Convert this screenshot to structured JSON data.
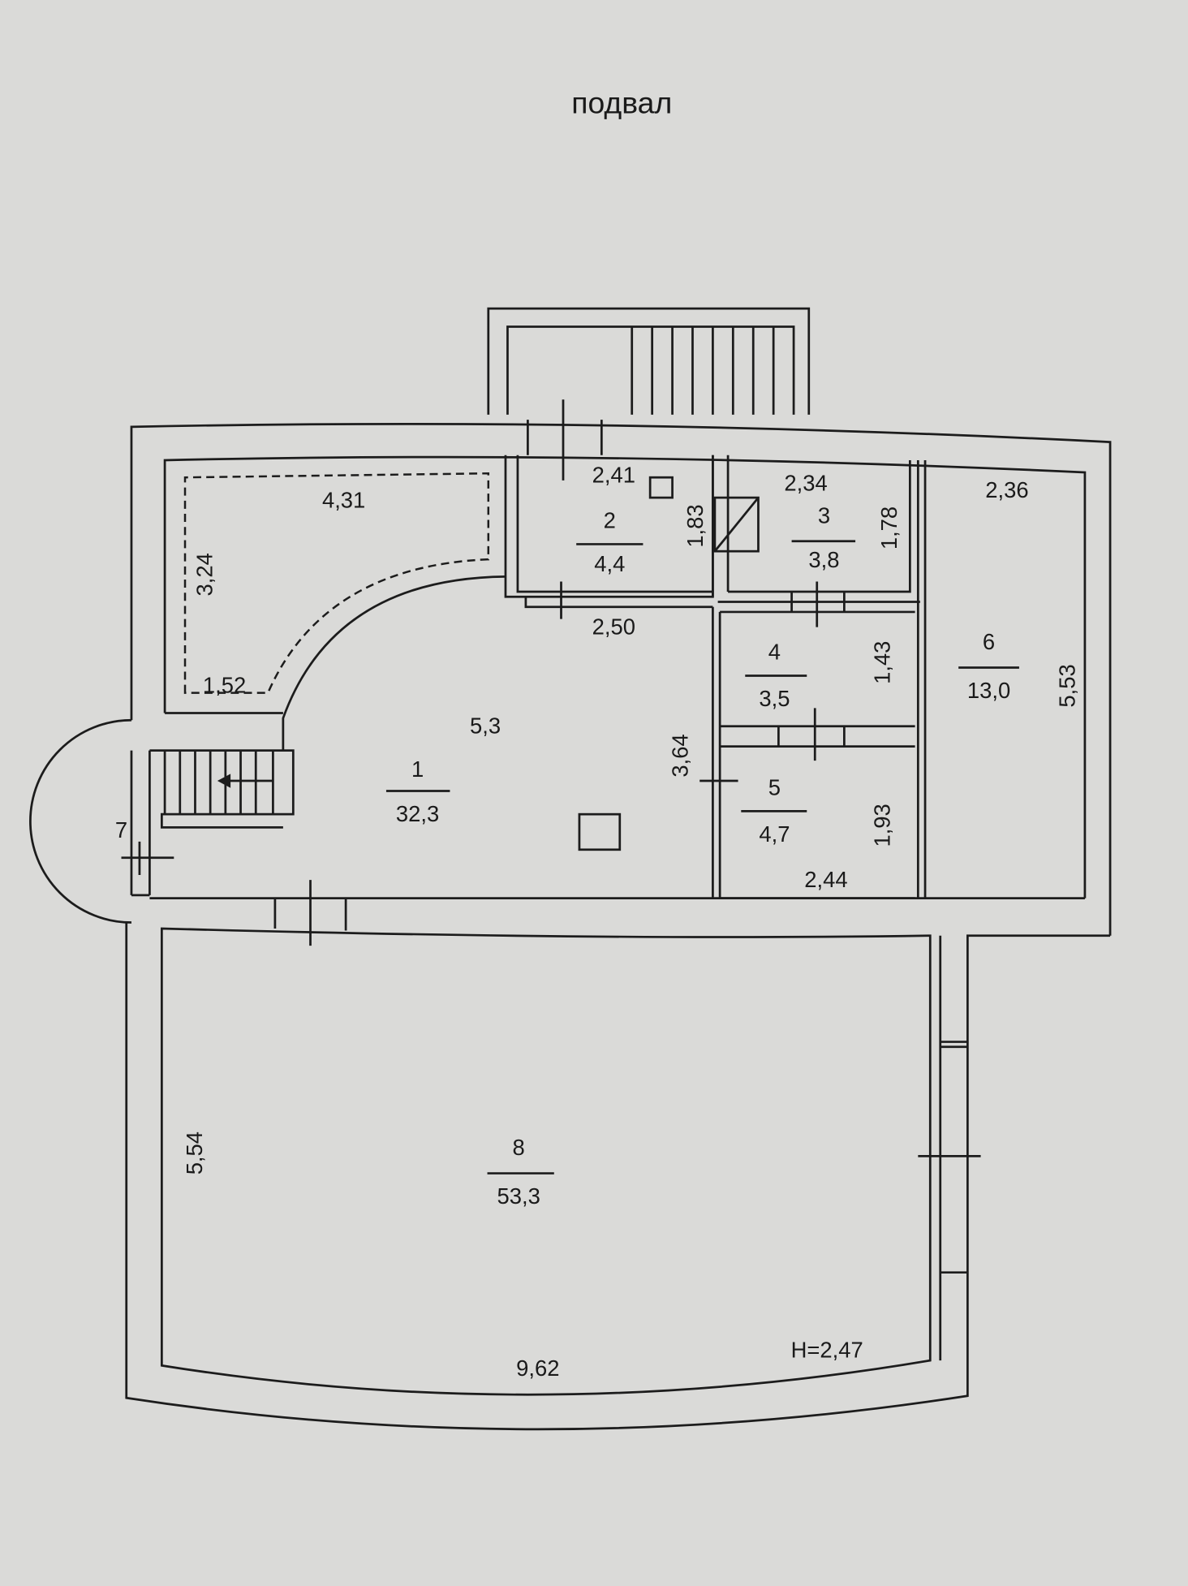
{
  "title": "подвал",
  "height_note": "H=2,47",
  "rooms": [
    {
      "number": "1",
      "area": "32,3"
    },
    {
      "number": "2",
      "area": "4,4"
    },
    {
      "number": "3",
      "area": "3,8"
    },
    {
      "number": "4",
      "area": "3,5"
    },
    {
      "number": "5",
      "area": "4,7"
    },
    {
      "number": "6",
      "area": "13,0"
    },
    {
      "number": "7"
    },
    {
      "number": "8",
      "area": "53,3"
    }
  ],
  "dimensions": {
    "d431": "4,31",
    "d324": "3,24",
    "d152": "1,52",
    "d53": "5,3",
    "d364": "3,64",
    "d241": "2,41",
    "d183": "1,83",
    "d250": "2,50",
    "d234": "2,34",
    "d178": "1,78",
    "d143": "1,43",
    "d193": "1,93",
    "d244": "2,44",
    "d236": "2,36",
    "d553": "5,53",
    "d554": "5,54",
    "d962": "9,62"
  }
}
